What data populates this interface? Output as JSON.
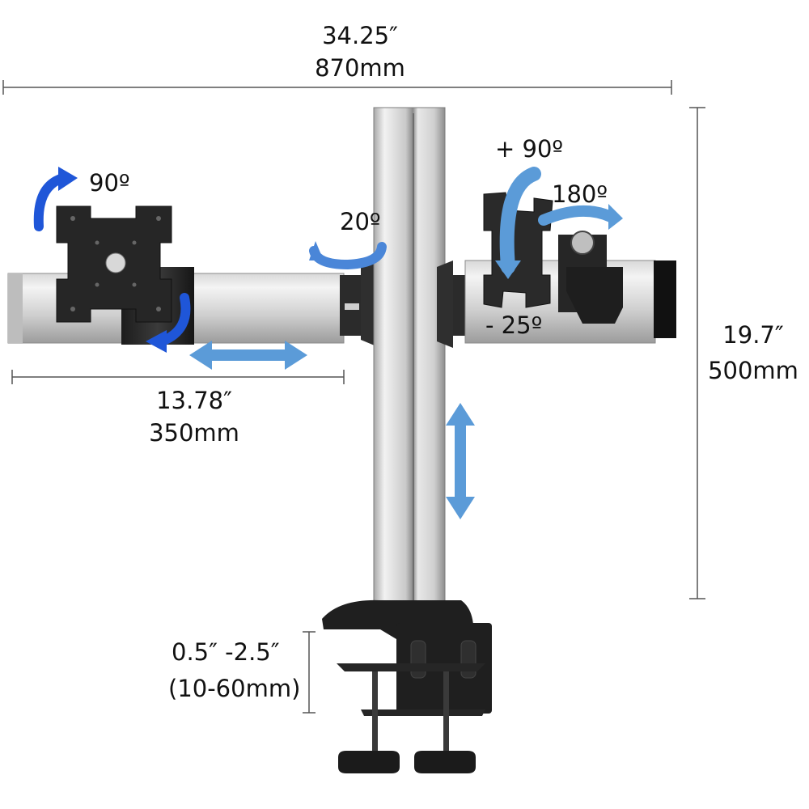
{
  "dimensions": {
    "total_width_in": "34.25″",
    "total_width_mm": "870mm",
    "arm_length_in": "13.78″",
    "arm_length_mm": "350mm",
    "height_in": "19.7″",
    "height_mm": "500mm",
    "clamp_range_in": "0.5″ -2.5″",
    "clamp_range_mm": "(10-60mm)"
  },
  "rotations": {
    "left_plate_rotation": "90º",
    "arm_swivel": "20º",
    "tilt_up": "+ 90º",
    "tilt_down": "- 25º",
    "swivel": "180º"
  },
  "colors": {
    "arrow_blue": "#1f56d8",
    "adjust_arrow": "#5b9bd8",
    "metal_light": "#e9e9e9",
    "metal_dark": "#9a9a9a",
    "hardware": "#2a2a2a"
  }
}
